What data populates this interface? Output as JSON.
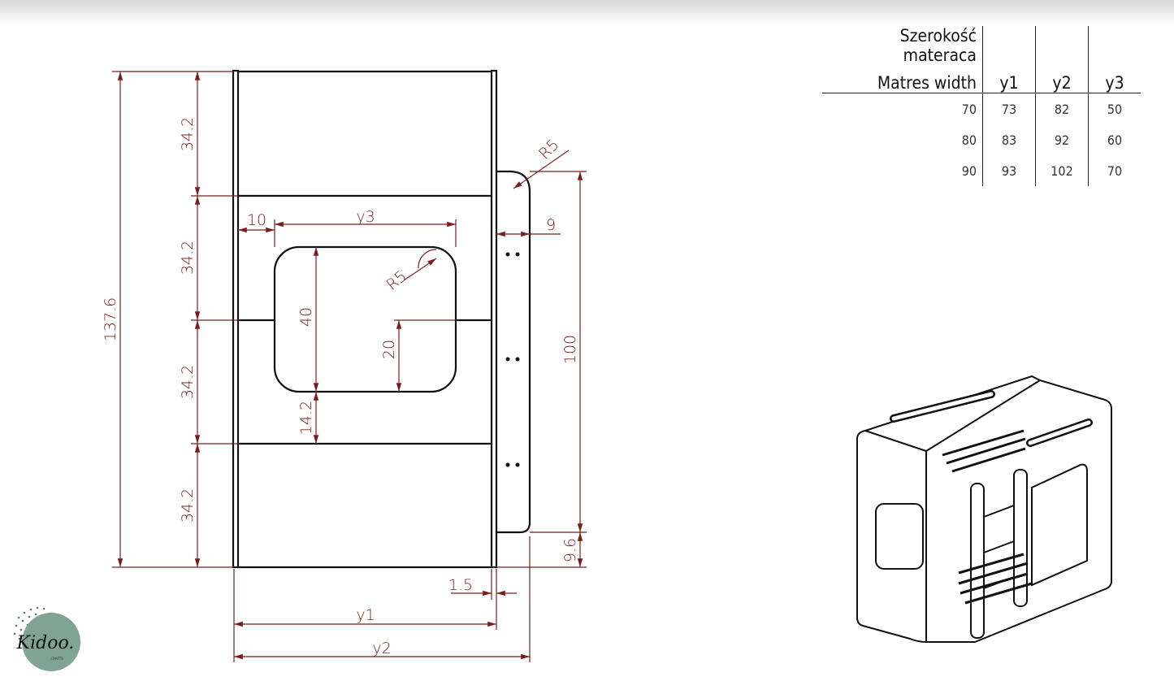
{
  "dimensions": {
    "total_height": "137.6",
    "section": "34.2",
    "ladder_height": "100",
    "bottom_gap": "9.6",
    "y1": "y1",
    "y2": "y2",
    "post": "1.5",
    "margin": "10",
    "y3": "y3",
    "ladder_width": "9",
    "opening_height": "40",
    "opening_half": "20",
    "opening_bottom": "14.2",
    "radius_opening": "R5",
    "radius_ladder": "R5"
  },
  "table": {
    "header_line1": "Szerokość materaca",
    "header_line2": "Matres width",
    "columns": [
      "y1",
      "y2",
      "y3"
    ],
    "rows": [
      [
        "70",
        "73",
        "82",
        "50"
      ],
      [
        "80",
        "83",
        "92",
        "60"
      ],
      [
        "90",
        "93",
        "102",
        "70"
      ]
    ]
  },
  "logo": {
    "text": "Kidoo.",
    "subtext": "CRAFTS"
  },
  "colors": {
    "dimension": "#7a1f1f",
    "logo_circle": "#7fa394"
  }
}
